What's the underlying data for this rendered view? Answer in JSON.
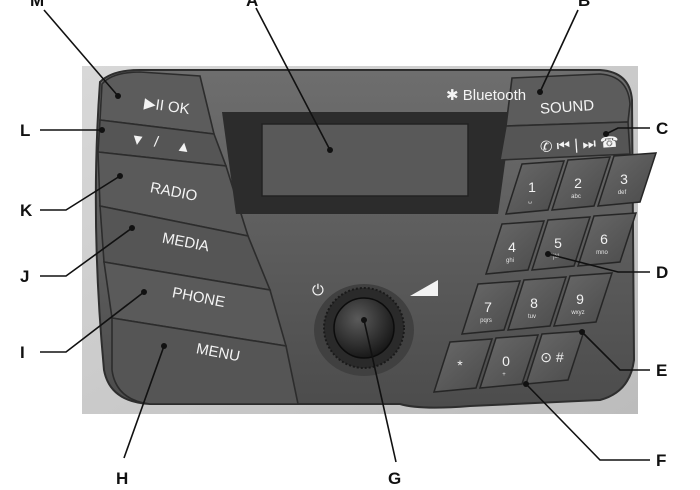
{
  "callouts": {
    "A": "A",
    "B": "B",
    "C": "C",
    "D": "D",
    "E": "E",
    "F": "F",
    "G": "G",
    "H": "H",
    "I": "I",
    "J": "J",
    "K": "K",
    "L": "L",
    "M": "M"
  },
  "buttons": {
    "play_pause_ok": "▶II OK",
    "arrows_left": "▼",
    "arrows_sep": "/",
    "arrows_right": "▲",
    "radio": "RADIO",
    "media": "MEDIA",
    "phone": "PHONE",
    "menu": "MENU",
    "sound": "SOUND",
    "call_controls": "✆ ⏮ | ⏭ ☎",
    "bluetooth": "✱ Bluetooth"
  },
  "keypad": [
    {
      "num": "1",
      "sub": "␣"
    },
    {
      "num": "2",
      "sub": "abc"
    },
    {
      "num": "3",
      "sub": "def"
    },
    {
      "num": "4",
      "sub": "ghi"
    },
    {
      "num": "5",
      "sub": "jkl"
    },
    {
      "num": "6",
      "sub": "mno"
    },
    {
      "num": "7",
      "sub": "pqrs"
    },
    {
      "num": "8",
      "sub": "tuv"
    },
    {
      "num": "9",
      "sub": "wxyz"
    },
    {
      "num": "*",
      "sub": ""
    },
    {
      "num": "0",
      "sub": "+"
    },
    {
      "num": "⊙ #",
      "sub": ""
    }
  ],
  "power_icon": "⏻",
  "colors": {
    "panel": "#5f5f5f",
    "panel_dark": "#3a3a3a",
    "screen": "#5a5a5a",
    "background": "#d0d0d0"
  }
}
